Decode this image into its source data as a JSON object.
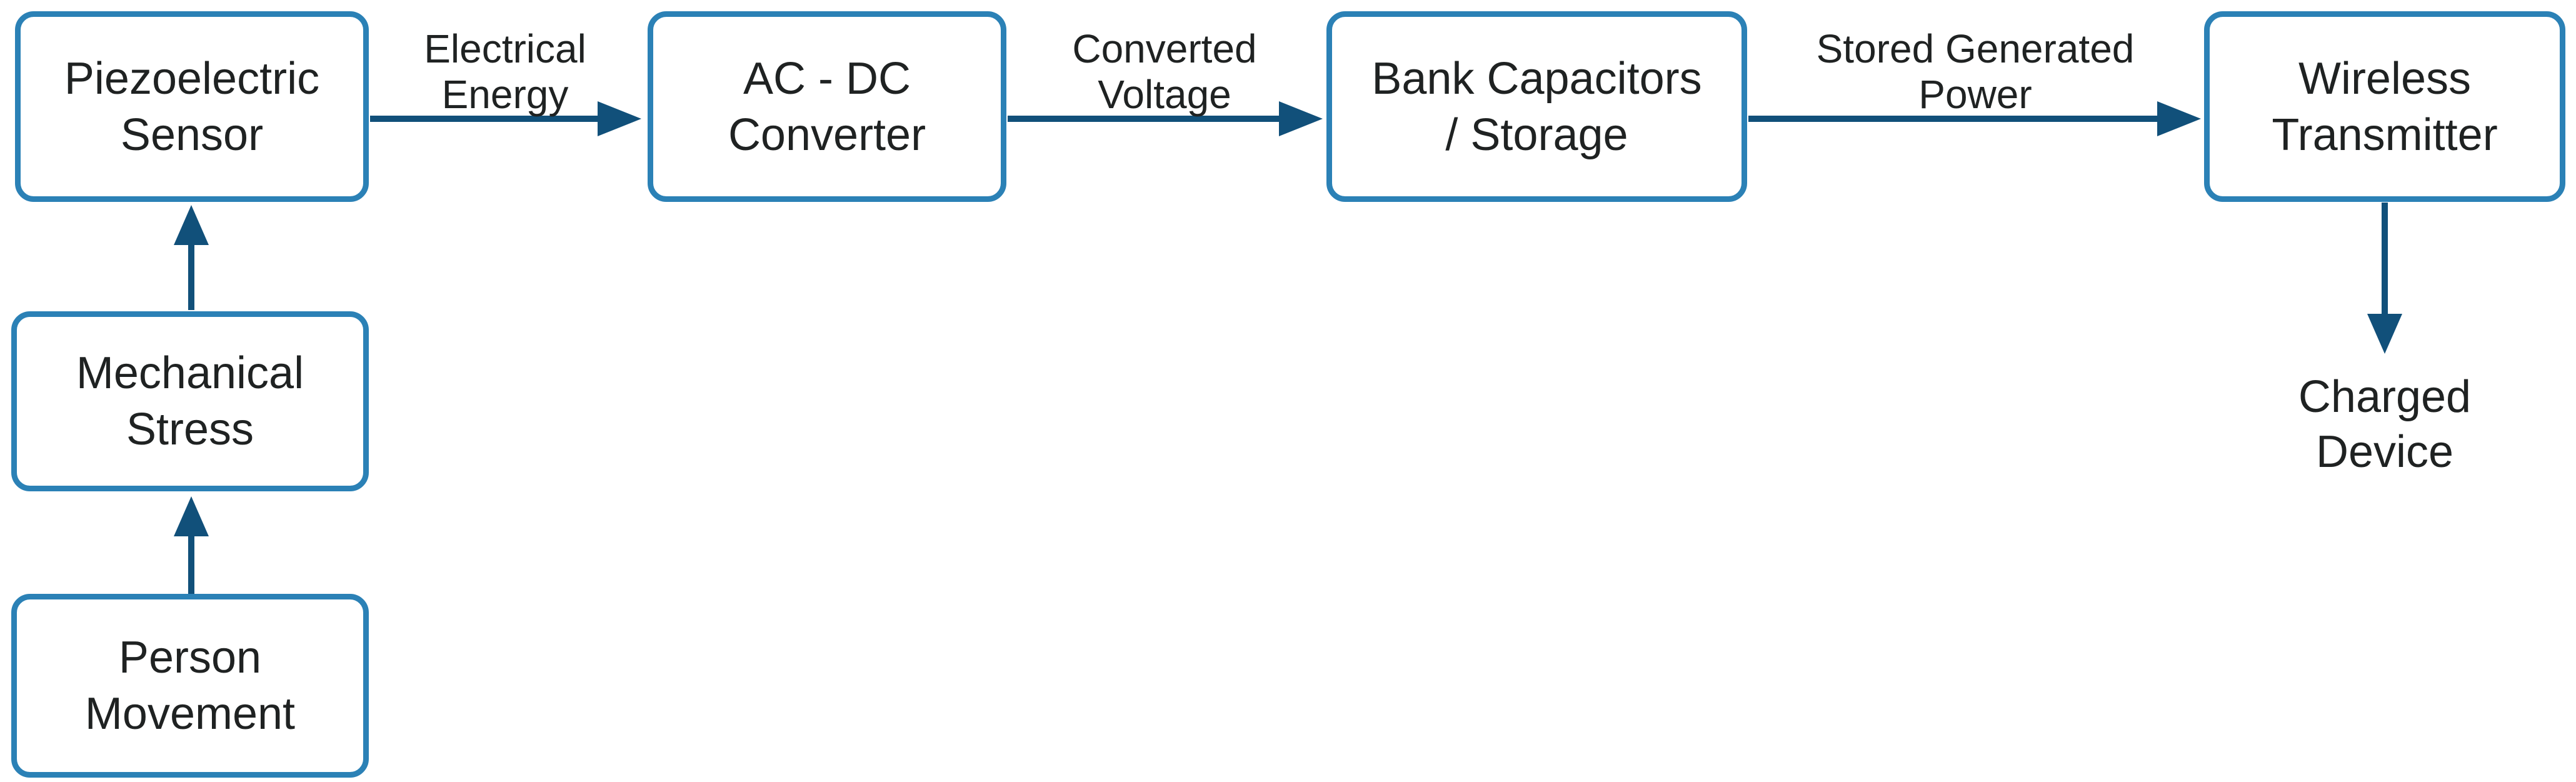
{
  "diagram": {
    "title": "Piezoelectric wireless charging flow",
    "colors": {
      "background": "#ffffff",
      "node_fill": "#ffffff",
      "box_border": "#2b81b6",
      "arrow": "#11507a",
      "text": "#1f2222"
    },
    "nodes": [
      {
        "id": "piezoelectric-sensor",
        "label": "Piezoelectric\nSensor"
      },
      {
        "id": "ac-dc-converter",
        "label": "AC - DC\nConverter"
      },
      {
        "id": "bank-capacitors-storage",
        "label": "Bank Capacitors\n/ Storage"
      },
      {
        "id": "wireless-transmitter",
        "label": "Wireless\nTransmitter"
      },
      {
        "id": "mechanical-stress",
        "label": "Mechanical\nStress"
      },
      {
        "id": "person-movement",
        "label": "Person\nMovement"
      }
    ],
    "terminal": {
      "id": "charged-device",
      "label": "Charged\nDevice"
    },
    "edge_labels": [
      {
        "id": "electrical-energy",
        "label": "Electrical\nEnergy"
      },
      {
        "id": "converted-voltage",
        "label": "Converted\nVoltage"
      },
      {
        "id": "stored-generated-power",
        "label": "Stored Generated\nPower"
      }
    ]
  }
}
